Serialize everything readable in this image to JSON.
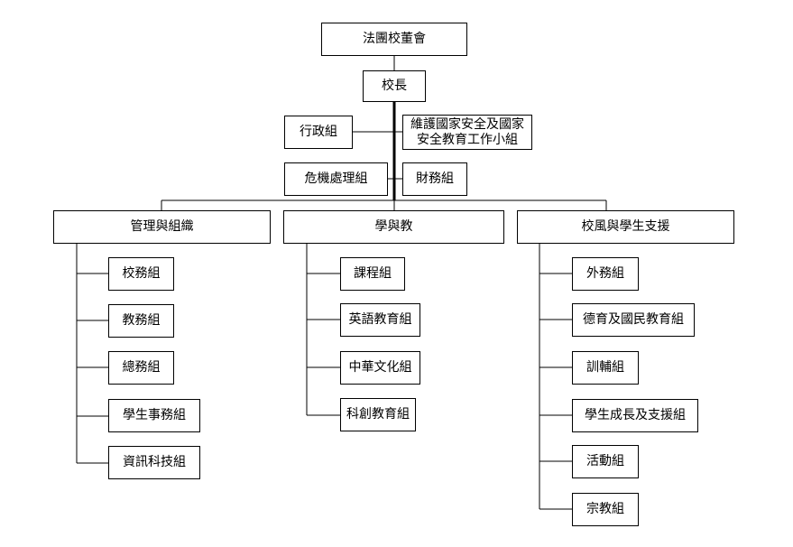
{
  "board": "法團校董會",
  "principal": "校長",
  "admin_group": "行政組",
  "security_group": {
    "line1": "維護國家安全及國家",
    "line2": "安全教育工作小組"
  },
  "crisis_group": "危機處理組",
  "finance_group": "財務組",
  "branches": [
    {
      "title": "管理與組織",
      "units": [
        "校務組",
        "教務組",
        "總務組",
        "學生事務組",
        "資訊科技組"
      ]
    },
    {
      "title": "學與教",
      "units": [
        "課程組",
        "英語教育組",
        "中華文化組",
        "科創教育組"
      ]
    },
    {
      "title": "校風與學生支援",
      "units": [
        "外務組",
        "德育及國民教育組",
        "訓輔組",
        "學生成長及支援組",
        "活動組",
        "宗教組"
      ]
    }
  ]
}
